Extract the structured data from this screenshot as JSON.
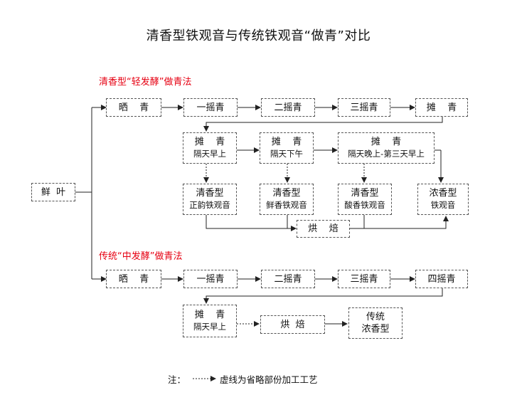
{
  "title": "清香型铁观音与传统铁观音“做青”对比",
  "section_qingxiang": "清香型“轻发酵”做青法",
  "section_chuantong": "传统“中发酵”做青法",
  "colors": {
    "section_label": "#e60012",
    "line": "#222222",
    "box_border": "#555555"
  },
  "nodes": {
    "xianye": "鲜  叶",
    "q_shai": "晒    青",
    "q_yao1": "一摇青",
    "q_yao2": "二摇青",
    "q_yao3": "三摇青",
    "q_tan": "摊    青",
    "tan1": {
      "main": "摊    青",
      "sub": "隔天早上"
    },
    "tan2": {
      "main": "摊    青",
      "sub": "隔天下午"
    },
    "tan3": {
      "main": "摊    青",
      "sub": "隔天晚上-第三天早上"
    },
    "prod1": {
      "main": "清香型",
      "sub": "正韵铁观音"
    },
    "prod2": {
      "main": "清香型",
      "sub": "鲜香铁观音"
    },
    "prod3": {
      "main": "清香型",
      "sub": "酸香铁观音"
    },
    "prod4": {
      "main": "浓香型",
      "sub": "铁观音"
    },
    "q_hongbei": "烘    焙",
    "c_shai": "晒    青",
    "c_yao1": "一摇青",
    "c_yao2": "二摇青",
    "c_yao3": "三摇青",
    "c_yao4": "四摇青",
    "c_tan": {
      "main": "摊    青",
      "sub": "隔天早上"
    },
    "c_hongbei": "烘  焙",
    "c_result": {
      "main": "传统",
      "sub": "浓香型"
    }
  },
  "note": {
    "label": "注：",
    "text": "虚线为省略部份加工工艺"
  }
}
